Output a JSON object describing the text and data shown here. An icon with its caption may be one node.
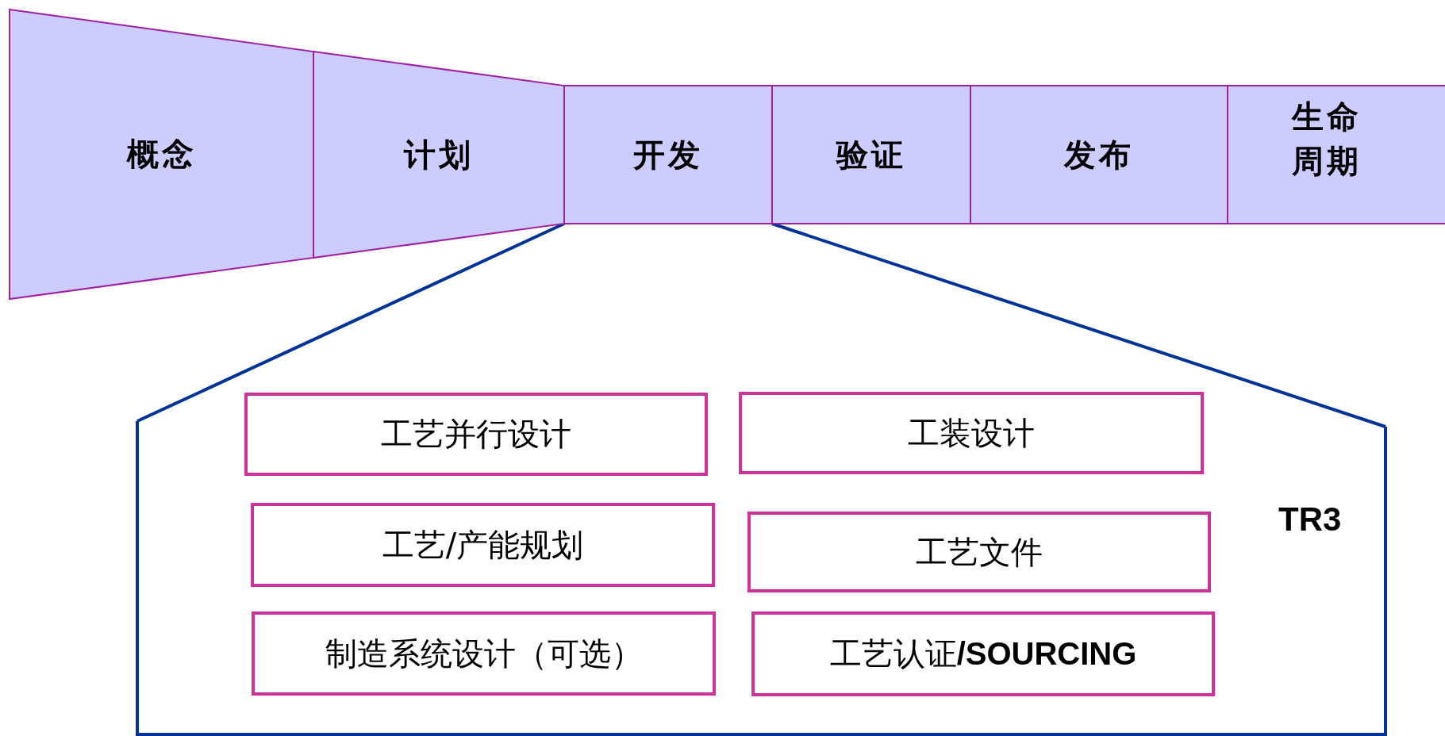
{
  "diagram": {
    "nodes": [
      {
        "text": [
          "概念"
        ]
      },
      {
        "text": [
          "计划"
        ]
      },
      {
        "text": [
          "开发"
        ]
      },
      {
        "text": [
          "验证"
        ]
      },
      {
        "text": [
          "发布"
        ]
      },
      {
        "text": [
          "生命周期"
        ]
      },
      {
        "text": [
          "TR3"
        ]
      },
      {
        "text": [
          "工艺并行设计"
        ],
        "in": 6
      },
      {
        "text": [
          "工装设计"
        ],
        "in": 6
      },
      {
        "text": [
          "工艺/产能规划"
        ],
        "in": 6
      },
      {
        "text": [
          "工艺文件"
        ],
        "in": 6
      },
      {
        "text": [
          "制造系统设计（可选）"
        ],
        "in": 6
      },
      {
        "text": [
          "工艺认证**/SOURCING**"
        ],
        "in": 6
      }
    ],
    "edges": [
      {
        "from": 2,
        "to": 6,
        "arrow": "none"
      },
      {
        "from": 2,
        "to": 6,
        "arrow": "none"
      }
    ]
  }
}
